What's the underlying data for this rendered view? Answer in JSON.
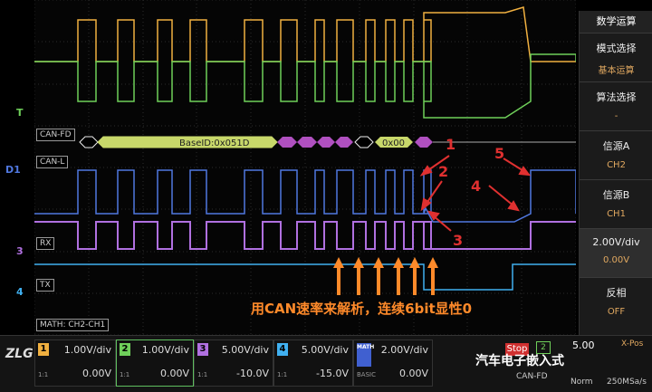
{
  "channel_markers": {
    "T": "T",
    "D1": "D1",
    "three": "3",
    "four": "4"
  },
  "decode_labels": {
    "can_fd": "CAN-FD",
    "can_l": "CAN-L",
    "rx": "RX",
    "tx": "TX",
    "math": "MATH: CH2-CH1",
    "base_id": "BaseID:0x051D",
    "data_byte": "0x00"
  },
  "annotation": {
    "text": "用CAN速率来解析，连续6bit显性0",
    "n1": "1",
    "n2": "2",
    "n3": "3",
    "n4": "4",
    "n5": "5"
  },
  "menu": {
    "title": "数学运算",
    "items": [
      {
        "label": "模式选择",
        "value": "基本运算"
      },
      {
        "label": "算法选择",
        "value": "-"
      },
      {
        "label": "信源A",
        "value": "CH2"
      },
      {
        "label": "信源B",
        "value": "CH1"
      },
      {
        "label": "2.00V/div",
        "value": "0.00V"
      },
      {
        "label": "反相",
        "value": "OFF"
      }
    ]
  },
  "channels": [
    {
      "num": "1",
      "vdiv": "1.00V/div",
      "offset": "0.00V",
      "coupling": "1:1",
      "color": "#f0b040"
    },
    {
      "num": "2",
      "vdiv": "1.00V/div",
      "offset": "0.00V",
      "coupling": "1:1",
      "color": "#6fd05a"
    },
    {
      "num": "3",
      "vdiv": "5.00V/div",
      "offset": "-10.0V",
      "coupling": "1:1",
      "color": "#b070e0"
    },
    {
      "num": "4",
      "vdiv": "5.00V/div",
      "offset": "-15.0V",
      "coupling": "1:1",
      "color": "#40b0f0"
    },
    {
      "num": "MATH",
      "vdiv": "2.00V/div",
      "offset": "0.00V",
      "coupling": "BASIC",
      "color": "#4060d0"
    }
  ],
  "status": {
    "stop": "Stop",
    "trigger_src": "2",
    "trig_mode": "CAN-FD",
    "norm": "Norm",
    "timebase": "5.00",
    "xpos": "X-Pos",
    "sample": "250MSa/s"
  },
  "watermark": "汽车电子嵌入式",
  "colors": {
    "yellow": "#f0b040",
    "green": "#6fd05a",
    "blue": "#5078e0",
    "purple": "#b070e0",
    "cyan": "#40b0f0",
    "orange": "#ff8a2a",
    "red": "#e03030"
  }
}
